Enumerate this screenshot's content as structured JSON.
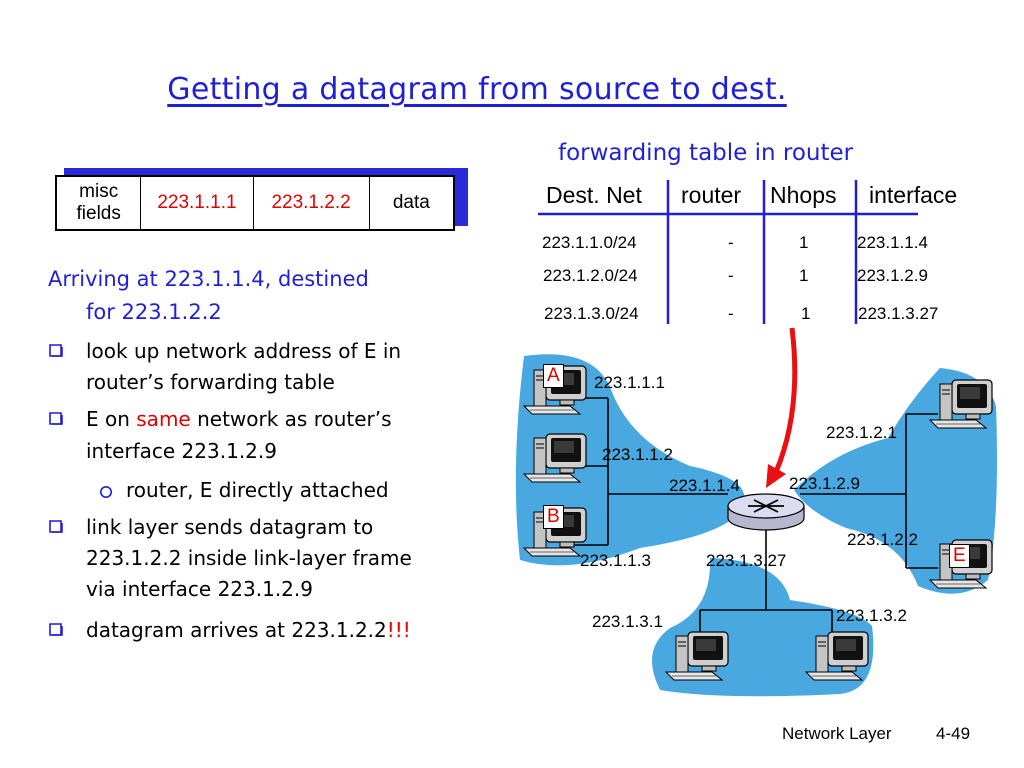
{
  "slide": {
    "title": "Getting a datagram from source to dest.",
    "footer_left": "Network Layer",
    "footer_right": "4-49"
  },
  "datagram": {
    "misc_line1": "misc",
    "misc_line2": "fields",
    "src": "223.1.1.1",
    "dst": "223.1.2.2",
    "data": "data"
  },
  "forwarding": {
    "caption": "forwarding table in router",
    "headers": [
      "Dest. Net",
      "router",
      "Nhops",
      "interface"
    ],
    "rows": [
      [
        "223.1.1.0/24",
        "-",
        "1",
        "223.1.1.4"
      ],
      [
        "223.1.2.0/24",
        "-",
        "1",
        "223.1.2.9"
      ],
      [
        "223.1.3.0/24",
        "-",
        "1",
        "223.1.3.27"
      ]
    ]
  },
  "text": {
    "arriving_line1": "Arriving at 223.1.1.4, destined",
    "arriving_line2": "for 223.1.2.2",
    "b1_line1": "look up network address of E in",
    "b1_line2": "router’s forwarding table",
    "b2_pre": "E on ",
    "b2_same": "same",
    "b2_post": " network as router’s",
    "b2_line2": "interface 223.1.2.9",
    "sub1": "router, E directly attached",
    "b3_line1": "link layer sends datagram to",
    "b3_line2": "223.1.2.2 inside link-layer frame",
    "b3_line3": "via interface 223.1.2.9",
    "b4_pre": "datagram arrives at 223.1.2.2",
    "b4_exc": "!!!"
  },
  "network": {
    "host_a_label": "A",
    "host_b_label": "B",
    "host_e_label": "E",
    "addr_a": "223.1.1.1",
    "addr_h2": "223.1.1.2",
    "addr_r1": "223.1.1.4",
    "addr_r2": "223.1.2.9",
    "addr_h21": "223.1.2.1",
    "addr_e": "223.1.2.2",
    "addr_b": "223.1.1.3",
    "addr_r3": "223.1.3.27",
    "addr_h31": "223.1.3.1",
    "addr_h32": "223.1.3.2"
  },
  "colors": {
    "accent": "#1f1fd6",
    "highlight": "#e00000",
    "lan": "#4aa8e0"
  }
}
